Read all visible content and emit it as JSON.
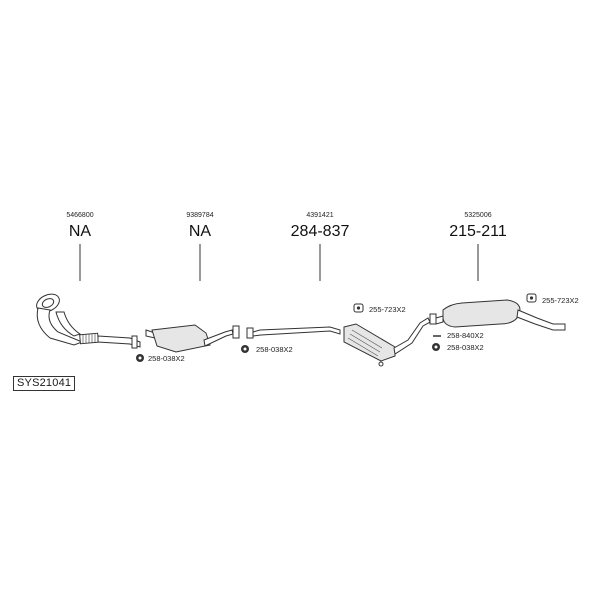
{
  "system_code": "SYS21041",
  "parts": [
    {
      "oe_number": "5466800",
      "label": "NA"
    },
    {
      "oe_number": "9389784",
      "label": "NA"
    },
    {
      "oe_number": "4391421",
      "label": "284-837"
    },
    {
      "oe_number": "5325006",
      "label": "215-211"
    }
  ],
  "accessories": [
    {
      "code": "258-038X2"
    },
    {
      "code": "258-038X2"
    },
    {
      "code": "255-723X2"
    },
    {
      "code": "258-840X2"
    },
    {
      "code": "258-038X2"
    },
    {
      "code": "255-723X2"
    }
  ]
}
